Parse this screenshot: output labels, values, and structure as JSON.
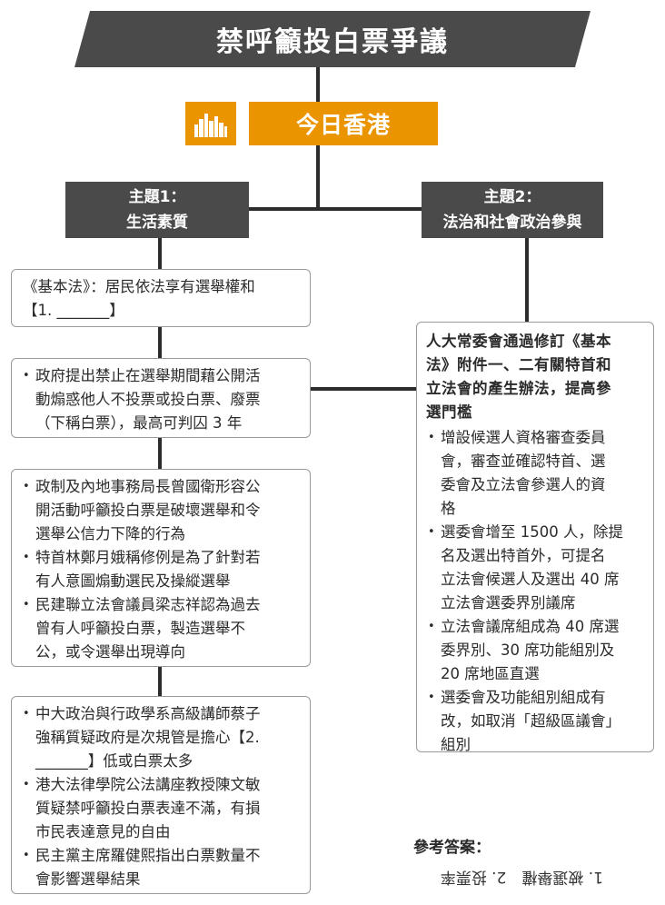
{
  "title": "禁呼籲投白票爭議",
  "banner": {
    "label": "今日香港"
  },
  "topics": [
    {
      "line1": "主題1：",
      "line2": "生活素質"
    },
    {
      "line1": "主題2：",
      "line2": "法治和社會政治參與"
    }
  ],
  "left_boxes": [
    {
      "lines": [
        "《基本法》：居民依法享有選舉權和",
        "【1. _______】"
      ]
    },
    {
      "items": [
        [
          "政府提出禁止在選舉期間藉公開活",
          "動煽惑他人不投票或投白票、廢票",
          "（下稱白票），最高可判囚 3 年"
        ]
      ]
    },
    {
      "items": [
        [
          "政制及內地事務局長曾國衛形容公",
          "開活動呼籲投白票是破壞選舉和令",
          "選舉公信力下降的行為"
        ],
        [
          "特首林鄭月娥稱修例是為了針對若",
          "有人意圖煽動選民及操縱選舉"
        ],
        [
          "民建聯立法會議員梁志祥認為過去",
          "曾有人呼籲投白票，製造選舉不",
          "公，或令選舉出現導向"
        ]
      ]
    },
    {
      "items": [
        [
          "中大政治與行政學系高級講師蔡子",
          "強稱質疑政府是次規管是擔心【2.",
          "_______】低或白票太多"
        ],
        [
          "港大法律學院公法講座教授陳文敏",
          "質疑禁呼籲投白票表達不滿，有損",
          "市民表達意見的自由"
        ],
        [
          "民主黨主席羅健熙指出白票數量不",
          "會影響選舉結果"
        ]
      ]
    }
  ],
  "right_box": {
    "heading": [
      "人大常委會通過修訂《基本",
      "法》附件一、二有關特首和",
      "立法會的產生辦法，提高參",
      "選門檻"
    ],
    "items": [
      [
        "增設候選人資格審查委員",
        "會，審查並確認特首、選",
        "委會及立法會參選人的資",
        "格"
      ],
      [
        "選委會增至 1500 人，除提",
        "名及選出特首外，可提名",
        "立法會候選人及選出 40 席",
        "立法會選委界別議席"
      ],
      [
        "立法會議席組成為 40 席選",
        "委界別、30 席功能組別及",
        "20 席地區直選"
      ],
      [
        "選委會及功能組別組成有",
        "改，如取消「超級區議會」",
        "組別"
      ]
    ]
  },
  "answers": {
    "title": "參考答案：",
    "text": "1. 被選舉權　2. 投票率"
  },
  "colors": {
    "dark": "#4a4a4a",
    "accent": "#ea9400",
    "border": "#9a9a9a"
  }
}
